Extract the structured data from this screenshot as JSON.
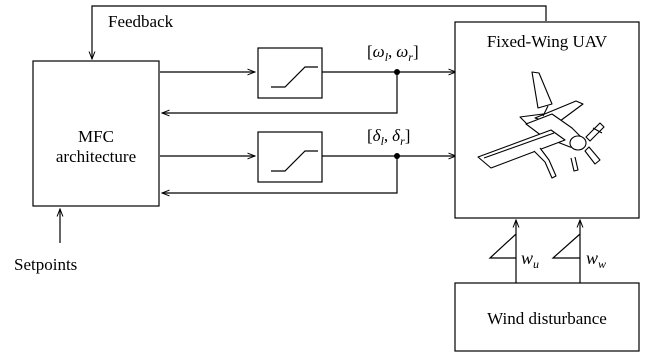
{
  "diagram": {
    "feedback_label": "Feedback",
    "controller": {
      "line1": "MFC",
      "line2": "architecture"
    },
    "setpoints_label": "Setpoints",
    "plant_label": "Fixed-Wing UAV",
    "wind_label": "Wind disturbance",
    "channel_top": {
      "open": "[",
      "a": "ω",
      "a_sub": "l",
      "sep": ",",
      "b": "ω",
      "b_sub": "r",
      "close": "]"
    },
    "channel_bottom": {
      "open": "[",
      "a": "δ",
      "a_sub": "l",
      "sep": ",",
      "b": "δ",
      "b_sub": "r",
      "close": "]"
    },
    "wind_u": {
      "sym": "w",
      "sub": "u"
    },
    "wind_w": {
      "sym": "w",
      "sub": "w"
    }
  }
}
